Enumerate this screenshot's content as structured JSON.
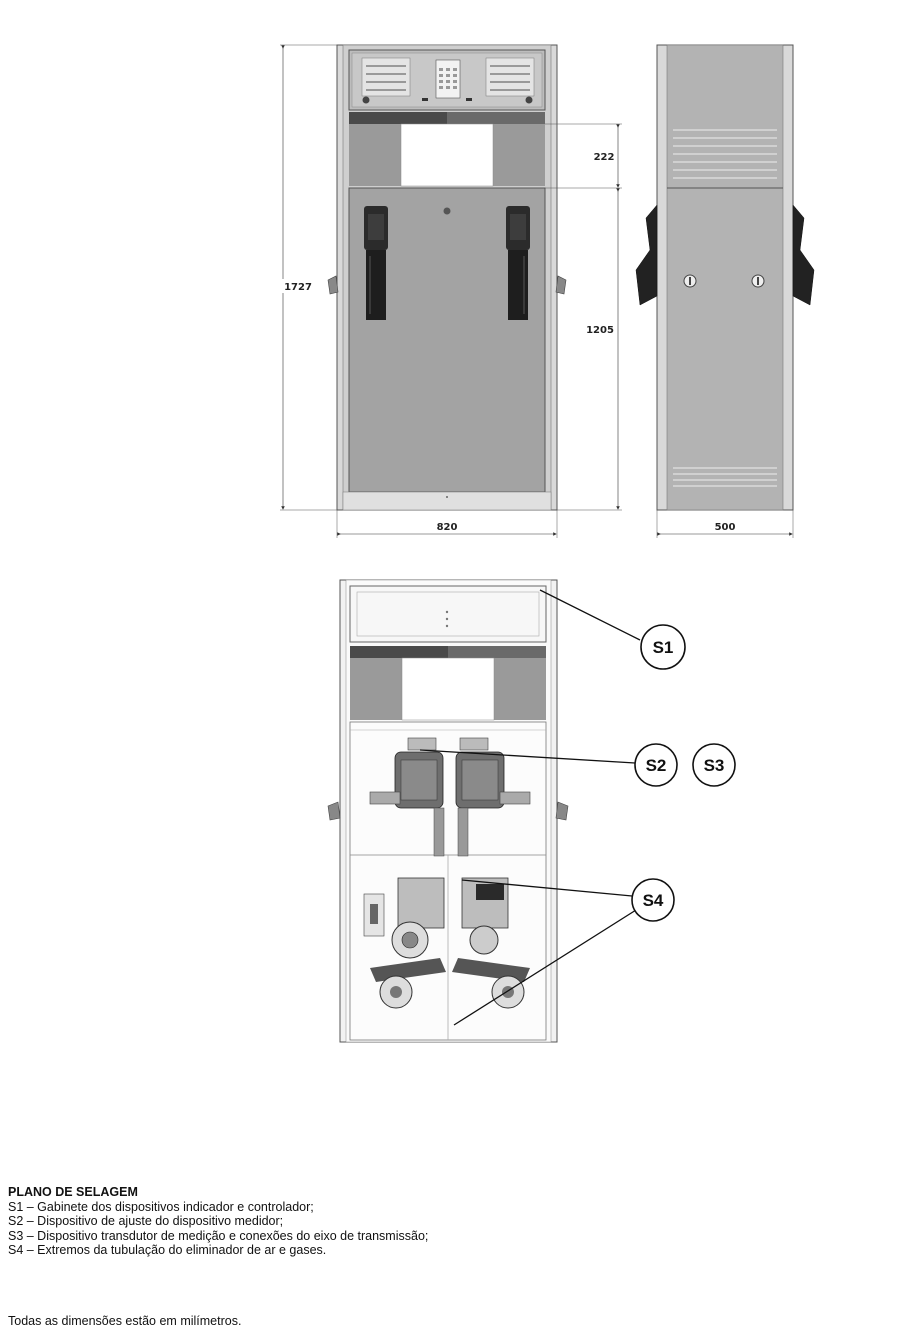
{
  "dimensions": {
    "total_height": "1727",
    "head_gap": "222",
    "body_height": "1205",
    "width_front": "820",
    "width_side": "500"
  },
  "callouts": {
    "s1": "S1",
    "s2": "S2",
    "s3": "S3",
    "s4": "S4"
  },
  "legend": {
    "title": "PLANO DE SELAGEM",
    "items": [
      "S1 – Gabinete dos dispositivos indicador e controlador;",
      "S2 – Dispositivo de ajuste do dispositivo medidor;",
      "S3 – Dispositivo transdutor de medição e conexões do eixo de transmissão;",
      "S4 – Extremos da tubulação do eliminador de ar e gases."
    ]
  },
  "note": "Todas as dimensões estão em milímetros."
}
